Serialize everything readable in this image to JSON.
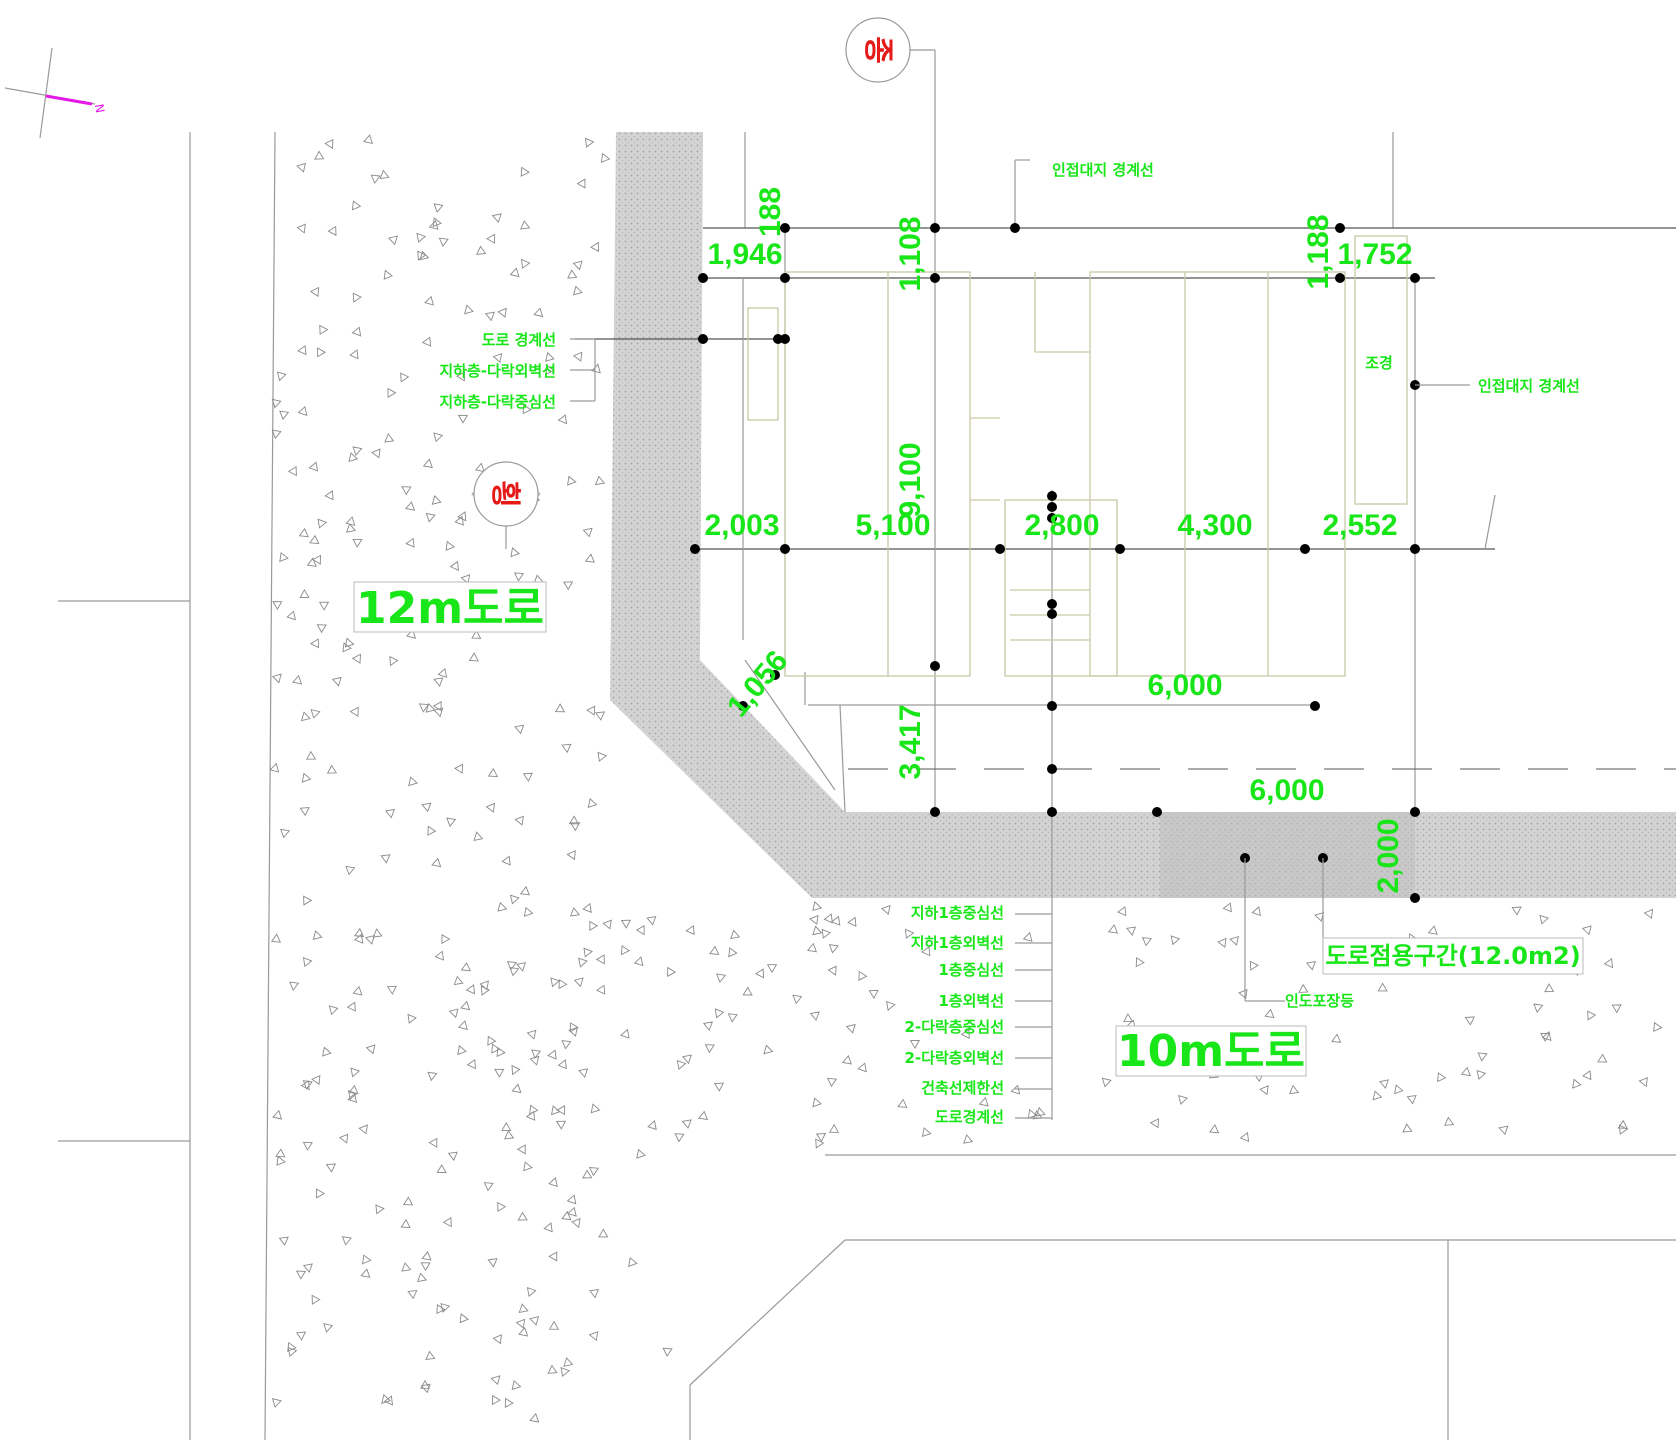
{
  "compass": {
    "icon": "north-arrow-icon",
    "label": "N",
    "color": "#e619e6"
  },
  "section_markers": [
    {
      "id": "longitudinal",
      "label": "종"
    },
    {
      "id": "transverse",
      "label": "횡"
    }
  ],
  "dimensions": {
    "top_188": "188",
    "top_1108_mid": "1,108",
    "top_1188_right": "1,188",
    "d_1946": "1,946",
    "d_1752": "1,752",
    "d_9100": "9,100",
    "d_2003": "2,003",
    "d_5100": "5,100",
    "d_2800": "2,800",
    "d_4300": "4,300",
    "d_2552": "2,552",
    "d_1056": "1,056",
    "d_6000_upper": "6,000",
    "d_3417": "3,417",
    "d_6000_lower": "6,000",
    "d_2000": "2,000"
  },
  "labels": {
    "neighbor_boundary_top": "인접대지 경계선",
    "neighbor_boundary_right": "인접대지 경계선",
    "landscape": "조경",
    "road_boundary_left": "도로 경계선",
    "left_setback_1": "지하층-다락외벽선",
    "left_setback_2": "지하층-다락중심선",
    "sidewalk_pavement": "인도포장등",
    "bottom_lines": [
      "지하1층중심선",
      "지하1층외벽선",
      "1층중심선",
      "1층외벽선",
      "2-다락층중심선",
      "2-다락층외벽선",
      "건축선제한선",
      "도로경계선"
    ]
  },
  "roads": {
    "west": "12m도로",
    "south": "10m도로"
  },
  "sidewalk_area": "도로점용구간(12.0m2)",
  "colors": {
    "annotation": "#19e619",
    "section_marker": "#e61919",
    "hatch": "#c8c8c8"
  }
}
